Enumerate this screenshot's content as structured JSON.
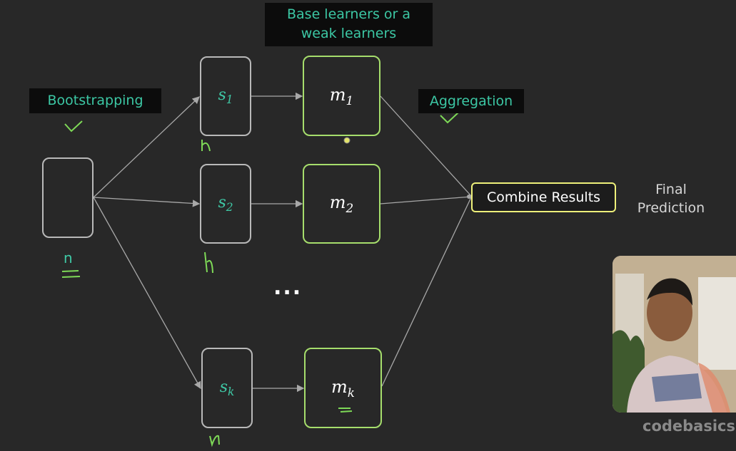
{
  "labels": {
    "base_learners_line1": "Base learners or a",
    "base_learners_line2": "weak learners",
    "bootstrapping": "Bootstrapping",
    "aggregation": "Aggregation",
    "combine_results": "Combine Results",
    "final_line1": "Final",
    "final_line2": "Prediction",
    "dataset_size": "n",
    "ellipsis": "..."
  },
  "samples": [
    {
      "name": "s",
      "sub": "1"
    },
    {
      "name": "s",
      "sub": "2"
    },
    {
      "name": "s",
      "sub": "k"
    }
  ],
  "models": [
    {
      "name": "m",
      "sub": "1"
    },
    {
      "name": "m",
      "sub": "2"
    },
    {
      "name": "m",
      "sub": "k"
    }
  ],
  "watermark": "codebasics",
  "colors": {
    "background": "#282828",
    "teal_text": "#3cc7a4",
    "model_border": "#a6de6c",
    "sample_border": "#b9b9b9",
    "combine_border": "#eef07a",
    "arrow": "#a8a8a8",
    "handwriting": "#7ed957"
  }
}
